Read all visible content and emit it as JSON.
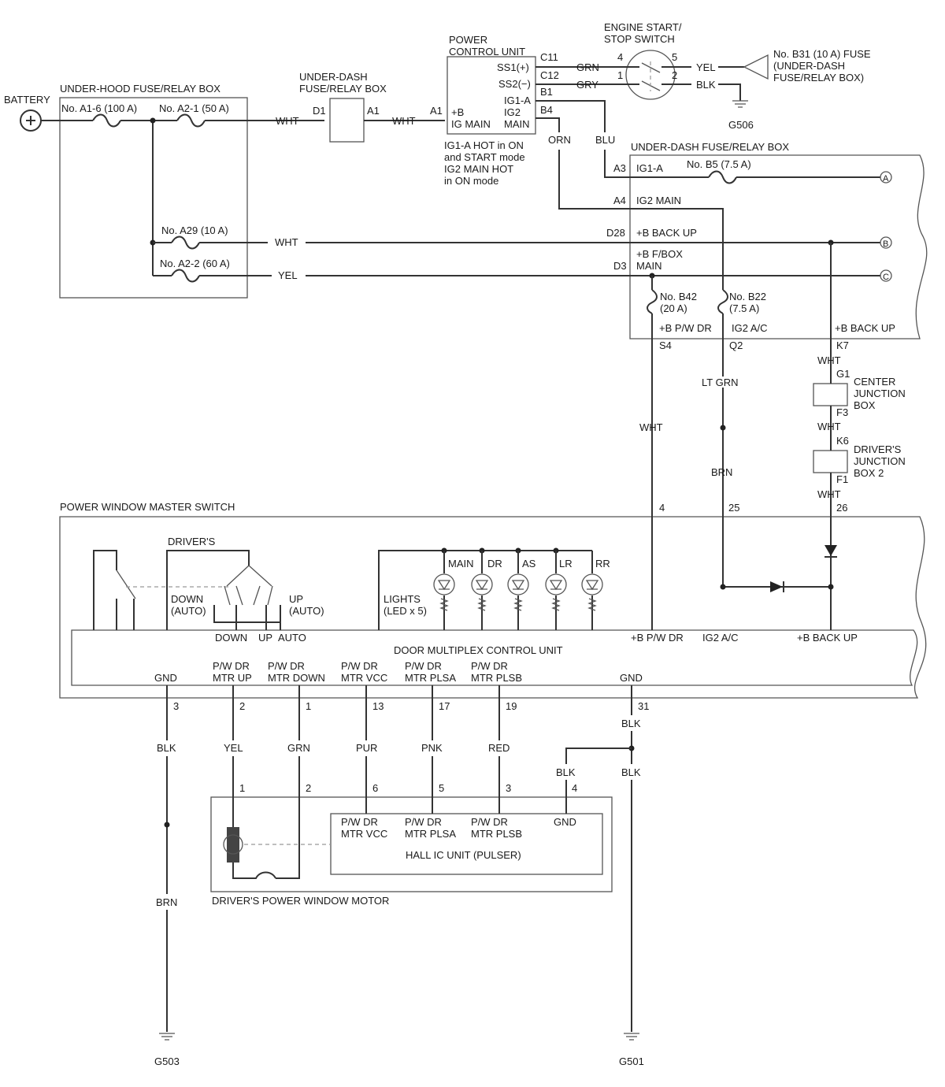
{
  "labels": {
    "battery": "BATTERY",
    "under_hood_box": "UNDER-HOOD FUSE/RELAY BOX",
    "fuse_a16": "No. A1-6 (100 A)",
    "fuse_a21": "No. A2-1 (50 A)",
    "fuse_a29": "No. A29 (10 A)",
    "fuse_a22": "No. A2-2 (60 A)",
    "under_dash_box_top_l1": "UNDER-DASH",
    "under_dash_box_top_l2": "FUSE/RELAY BOX",
    "d1": "D1",
    "a1": "A1",
    "a1b": "A1",
    "pcu_l1": "POWER",
    "pcu_l2": "CONTROL UNIT",
    "ss1": "SS1(+)",
    "ss2": "SS2(−)",
    "ig1a_pin": "IG1-A",
    "ig2main_l1": "IG2",
    "ig2main_l2": "MAIN",
    "bplus": "+B",
    "igmain": "IG MAIN",
    "c11": "C11",
    "c12": "C12",
    "b1": "B1",
    "b4": "B4",
    "note1": "IG1-A HOT in ON",
    "note2": "and START mode",
    "note3": "IG2 MAIN HOT",
    "note4": "in ON mode",
    "ess_l1": "ENGINE START/",
    "ess_l2": "STOP SWITCH",
    "pin4": "4",
    "pin5": "5",
    "pin1": "1",
    "pin2": "2",
    "fuse_b31_l1": "No. B31 (10 A) FUSE",
    "fuse_b31_l2": "(UNDER-DASH",
    "fuse_b31_l3": "FUSE/RELAY BOX)",
    "g506": "G506",
    "ud_box_right": "UNDER-DASH FUSE/RELAY BOX",
    "a3": "A3",
    "ig1a": "IG1-A",
    "fuse_b5": "No. B5 (7.5 A)",
    "a4": "A4",
    "ig2main": "IG2 MAIN",
    "d28": "D28",
    "backup": "+B BACK UP",
    "fbox_l1": "+B F/BOX",
    "fbox_l2": "MAIN",
    "d3": "D3",
    "fuse_b42_l1": "No. B42",
    "fuse_b42_l2": "(20 A)",
    "fuse_b22_l1": "No. B22",
    "fuse_b22_l2": "(7.5 A)",
    "bpwdr": "+B P/W DR",
    "ig2ac": "IG2 A/C",
    "backup2": "+B BACK UP",
    "s4": "S4",
    "q2": "Q2",
    "k7": "K7",
    "g1": "G1",
    "f3": "F3",
    "k6": "K6",
    "f1": "F1",
    "cjb_l1": "CENTER",
    "cjb_l2": "JUNCTION",
    "cjb_l3": "BOX",
    "djb_l1": "DRIVER'S",
    "djb_l2": "JUNCTION",
    "djb_l3": "BOX 2",
    "p4": "4",
    "p25": "25",
    "p26": "26",
    "pwms": "POWER WINDOW MASTER SWITCH",
    "drivers": "DRIVER'S",
    "down_auto_l1": "DOWN",
    "down_auto_l2": "(AUTO)",
    "up_auto_l1": "UP",
    "up_auto_l2": "(AUTO)",
    "down": "DOWN",
    "up": "UP",
    "auto": "AUTO",
    "lights_l1": "LIGHTS",
    "lights_l2": "(LED x 5)",
    "led_main": "MAIN",
    "led_dr": "DR",
    "led_as": "AS",
    "led_lr": "LR",
    "led_rr": "RR",
    "bpwdr2": "+B P/W DR",
    "ig2ac2": "IG2 A/C",
    "backup3": "+B BACK UP",
    "dmcu": "DOOR MULTIPLEX CONTROL UNIT",
    "gnd": "GND",
    "mtr_up_l1": "P/W DR",
    "mtr_up_l2": "MTR UP",
    "mtr_down_l1": "P/W DR",
    "mtr_down_l2": "MTR DOWN",
    "mtr_vcc_l1": "P/W DR",
    "mtr_vcc_l2": "MTR VCC",
    "mtr_plsa_l1": "P/W DR",
    "mtr_plsa_l2": "MTR PLSA",
    "mtr_plsb_l1": "P/W DR",
    "mtr_plsb_l2": "MTR PLSB",
    "gnd2": "GND",
    "n3": "3",
    "n2": "2",
    "n1": "1",
    "n13": "13",
    "n17": "17",
    "n19": "19",
    "n31": "31",
    "m1": "1",
    "m2": "2",
    "m6": "6",
    "m5": "5",
    "m3": "3",
    "m4": "4",
    "hall_vcc_l1": "P/W DR",
    "hall_vcc_l2": "MTR VCC",
    "hall_plsa_l1": "P/W DR",
    "hall_plsa_l2": "MTR PLSA",
    "hall_plsb_l1": "P/W DR",
    "hall_plsb_l2": "MTR PLSB",
    "hall_gnd": "GND",
    "hall_unit": "HALL IC UNIT (PULSER)",
    "motor": "DRIVER'S POWER WINDOW MOTOR",
    "g503": "G503",
    "g501": "G501",
    "conn_a": "A",
    "conn_b": "B",
    "conn_c": "C"
  },
  "wires": {
    "wht1": "WHT",
    "wht2": "WHT",
    "wht3": "WHT",
    "yel1": "YEL",
    "grn_top": "GRN",
    "gry_top": "GRY",
    "yel_top": "YEL",
    "blk_top": "BLK",
    "orn": "ORN",
    "blu": "BLU",
    "wht_k7": "WHT",
    "wht_f3": "WHT",
    "wht_f1": "WHT",
    "ltgrn": "LT GRN",
    "wht_s4": "WHT",
    "brn_q2": "BRN",
    "blk_gnd": "BLK",
    "yel_up": "YEL",
    "grn_down": "GRN",
    "pur": "PUR",
    "pnk": "PNK",
    "red": "RED",
    "blk_31": "BLK",
    "blk_4": "BLK",
    "blk_g501": "BLK",
    "brn_g503": "BRN"
  }
}
